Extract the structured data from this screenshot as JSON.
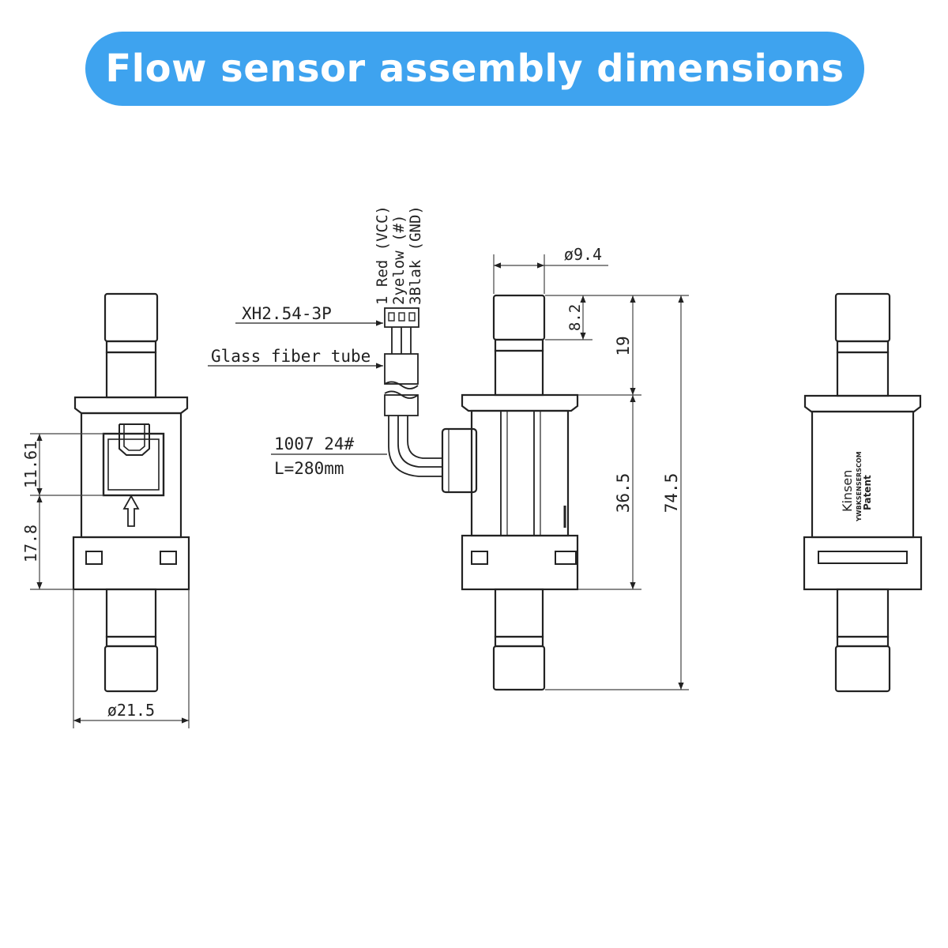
{
  "title": "Flow sensor assembly dimensions",
  "front_view": {
    "dim_window_height": "11.61",
    "dim_lower_height": "17.8",
    "dim_body_diameter": "ø21.5"
  },
  "side_view": {
    "connector_label": "XH2.54-3P",
    "tube_label": "Glass fiber tube",
    "wire_spec": "1007 24#",
    "wire_length": "L=280mm",
    "pin1": "1 Red (VCC)",
    "pin2": "2yelow (#)",
    "pin3": "3Blak (GND)",
    "dim_port_diameter": "ø9.4",
    "dim_port_length": "8.2",
    "dim_upper_length": "19",
    "dim_body_length": "36.5",
    "dim_total_length": "74.5"
  },
  "back_view": {
    "brand_name": "Kinsen",
    "brand_line": "YWBKSENSERSCOM",
    "brand_patent": "Patent"
  },
  "colors": {
    "banner": "#3ea3ef",
    "line": "#222222"
  }
}
